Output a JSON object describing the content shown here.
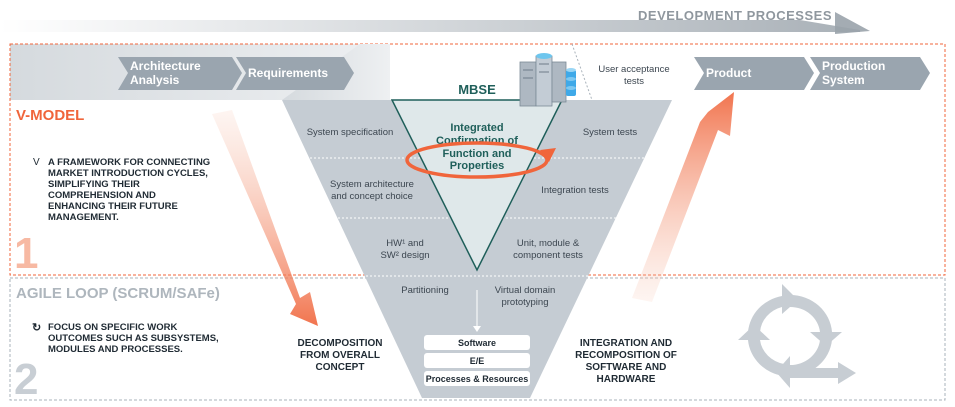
{
  "header": {
    "title": "DEVELOPMENT PROCESSES"
  },
  "process_chevrons": {
    "left": [
      "Architecture|Analysis",
      "Requirements"
    ],
    "right": [
      "Product",
      "Production|System"
    ]
  },
  "mbse": {
    "label": "MBSE",
    "center_text": [
      "Integrated",
      "Confirmation of",
      "Function and",
      "Properties"
    ],
    "icon": "server-stack-icon"
  },
  "v_left_labels": [
    "System specification",
    "System architecture|and concept choice",
    "HW¹ and|SW² design",
    "Partitioning"
  ],
  "v_right_labels": [
    "User acceptance|tests",
    "System tests",
    "Integration tests",
    "Unit, module &|component tests",
    "Virtual domain|prototyping"
  ],
  "bottom_boxes": [
    "Software",
    "E/E",
    "Processes & Resources"
  ],
  "section1": {
    "title": "V-MODEL",
    "number": "1",
    "bullet": "V",
    "text": [
      "A FRAMEWORK FOR CONNECTING",
      "MARKET INTRODUCTION CYCLES,",
      "SIMPLIFYING THEIR",
      "COMPREHENSION AND",
      "ENHANCING THEIR FUTURE",
      "MANAGEMENT."
    ]
  },
  "section2": {
    "title": "AGILE LOOP (SCRUM/SAFe)",
    "number": "2",
    "bullet": "↻",
    "text": [
      "FOCUS ON SPECIFIC WORK",
      "OUTCOMES SUCH AS SUBSYSTEMS,",
      "MODULES AND PROCESSES."
    ]
  },
  "decomposition": [
    "DECOMPOSITION",
    "FROM OVERALL",
    "CONCEPT"
  ],
  "integration": [
    "INTEGRATION AND",
    "RECOMPOSITION OF",
    "SOFTWARE AND",
    "HARDWARE"
  ],
  "colors": {
    "accent_orange": "#f0653b",
    "teal": "#1f5f5a",
    "v_gray": "#c5ccd3",
    "chevron_gray": "#9aa5af",
    "light_gray": "#e8ebee"
  }
}
